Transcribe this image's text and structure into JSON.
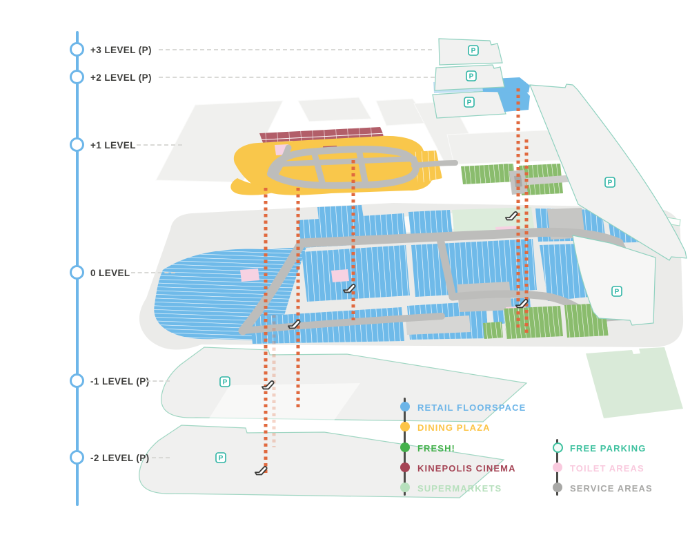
{
  "levels": [
    {
      "label": "+3 LEVEL (P)"
    },
    {
      "label": "+2 LEVEL (P)"
    },
    {
      "label": "+1 LEVEL"
    },
    {
      "label": "0 LEVEL"
    },
    {
      "label": "-1 LEVEL (P)"
    },
    {
      "label": "-2 LEVEL (P)"
    }
  ],
  "legend": {
    "left": [
      {
        "label": "RETAIL FLOORSPACE",
        "color": "#6db5e8"
      },
      {
        "label": "DINING PLAZA",
        "color": "#fcc447"
      },
      {
        "label": "FRESH!",
        "color": "#45b14c"
      },
      {
        "label": "KINEPOLIS CINEMA",
        "color": "#a54455"
      },
      {
        "label": "SUPERMARKETS",
        "color": "#b7e0bd"
      }
    ],
    "right": [
      {
        "label": "FREE PARKING",
        "color": "#3ec19f"
      },
      {
        "label": "TOILET AREAS",
        "color": "#f9cade"
      },
      {
        "label": "SERVICE AREAS",
        "color": "#a8a8a6"
      }
    ]
  },
  "icons": {
    "parking_letter": "P"
  },
  "colors": {
    "retail": "#6fbae9",
    "dining": "#f9c74b",
    "fresh": "#8abc6d",
    "cinema": "#b25e69",
    "supermarket": "#dcecdb",
    "toilet": "#f6d2e2",
    "service": "#c3c3c1",
    "parking_outline": "#8fd1bf",
    "parking_icon": "#2db4a4",
    "circulation_dots": "#e0693e",
    "level_axis": "#6db6e9"
  }
}
